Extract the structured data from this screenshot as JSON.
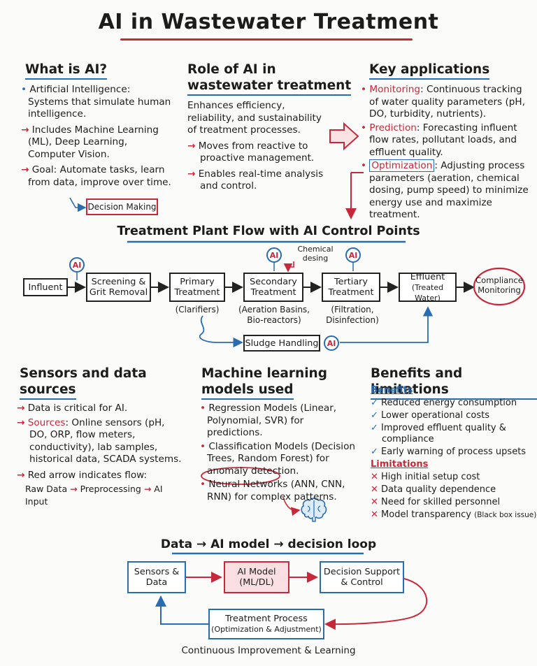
{
  "title": "AI in Wastewater Treatment",
  "what_is_ai": {
    "heading": "What is AI?",
    "p1": "Artificial Intelligence: Systems that simulate human intelligence.",
    "p2": "Includes Machine Learning (ML), Deep Learning, Computer Vision.",
    "p3": "Goal: Automate tasks, learn from data, improve over time.",
    "decision_box": "Decision Making"
  },
  "role": {
    "heading_line1": "Role of AI in",
    "heading_line2": "wastewater treatment",
    "p1": "Enhances efficiency, reliability, and sustainability of treatment processes.",
    "p2": "Moves from reactive to proactive management.",
    "p3": "Enables real-time analysis and control."
  },
  "key_apps": {
    "heading": "Key applications",
    "monitoring_label": "Monitoring",
    "monitoring_text": ": Continuous tracking of water quality parameters (pH, DO, turbidity, nutrients).",
    "prediction_label": "Prediction",
    "prediction_text": ": Forecasting influent flow rates, pollutant loads, and effluent quality.",
    "optimization_label": "Optimization",
    "optimization_text": ": Adjusting process parameters (aeration, chemical dosing, pump speed) to minimize energy use and maximize treatment."
  },
  "flow": {
    "heading": "Treatment Plant Flow with AI Control Points",
    "ai_label": "AI",
    "influent": "Influent",
    "screening": "Screening & Grit Removal",
    "primary": "Primary Treatment",
    "primary_sub": "(Clarifiers)",
    "secondary": "Secondary Treatment",
    "secondary_sub": "(Aeration Basins, Bio-reactors)",
    "chemical": "Chemical desing",
    "tertiary": "Tertiary Treatment",
    "tertiary_sub": "(Filtration, Disinfection)",
    "effluent": "Effluent",
    "effluent_sub": "(Treated Water)",
    "compliance": "Compliance Monitoring",
    "sludge": "Sludge Handling"
  },
  "sensors": {
    "heading_line1": "Sensors and data",
    "heading_line2": "sources",
    "p1": "Data is critical for AI.",
    "sources_label": "Sources",
    "sources_text": ": Online sensors (pH, DO, ORP, flow meters, conductivity), lab samples, historical data, SCADA systems.",
    "p3": "Red arrow indicates flow:",
    "pipe_a": "Raw Data",
    "pipe_b": "Preprocessing",
    "pipe_c": "AI Input"
  },
  "ml": {
    "heading_line1": "Machine learning",
    "heading_line2": "models used",
    "b1": "Regression Models (Linear, Polynomial, SVR) for predictions.",
    "b2": "Classification Models (Decision Trees, Random Forest) for anomaly detection.",
    "b3_label": "Neural Networks",
    "b3_text": " (ANN, CNN, RNN) for complex patterns."
  },
  "benefits": {
    "heading": "Benefits and limitations",
    "benefits_label": "Benefits",
    "benefit_items": [
      "Reduced energy consumption",
      "Lower operational costs",
      "Improved effluent quality & compliance",
      "Early warning of process upsets"
    ],
    "limitations_label": "Limitations",
    "limitation_items": [
      "High initial setup cost",
      "Data quality dependence",
      "Need for skilled personnel",
      "Model transparency"
    ],
    "blackbox": "(Black box issue)"
  },
  "loop": {
    "heading": "Data → AI model → decision loop",
    "sensors": "Sensors & Data",
    "model_line1": "AI Model",
    "model_line2": "(ML/DL)",
    "decision": "Decision Support & Control",
    "treatment_line1": "Treatment Process",
    "treatment_line2": "(Optimization & Adjustment)",
    "footer": "Continuous Improvement & Learning"
  },
  "colors": {
    "accent_red": "#c8283a",
    "accent_blue": "#2a6cb0"
  }
}
